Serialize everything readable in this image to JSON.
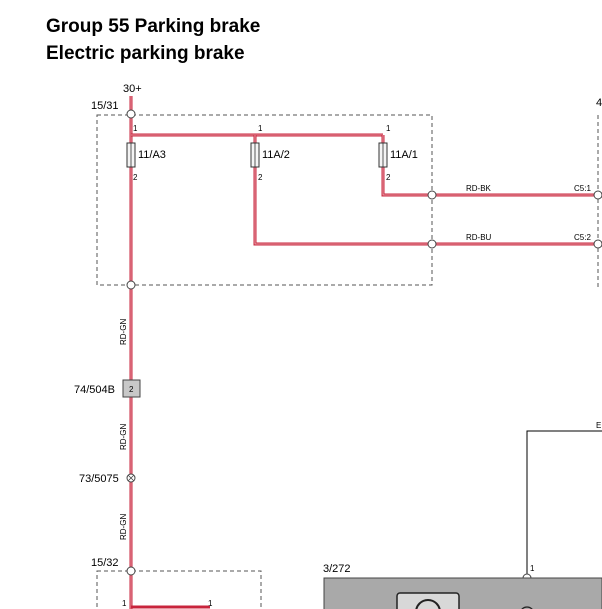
{
  "header": {
    "title": "Group 55 Parking brake",
    "subtitle": "Electric parking brake"
  },
  "supply": {
    "label": "30+"
  },
  "boxes": {
    "top_box": "15/31",
    "bottom_box": "15/32",
    "component": "3/272"
  },
  "fuses": [
    {
      "name": "11/A3",
      "pin_top": "1",
      "pin_bottom": "2"
    },
    {
      "name": "11A/2",
      "pin_top": "1",
      "pin_bottom": "2"
    },
    {
      "name": "11A/1",
      "pin_top": "1",
      "pin_bottom": "2"
    }
  ],
  "wires": {
    "rd_bk": "RD-BK",
    "rd_bu": "RD-BU",
    "rd_gn": "RD-GN"
  },
  "connectors": {
    "c5_1": "C5:1",
    "c5_2": "C5:2",
    "c74": "74/504B",
    "c74_pin": "2",
    "c73": "73/5075"
  },
  "pins": {
    "bottom_left_1": "1",
    "bottom_mid_1": "1",
    "component_pin": "1"
  },
  "edge_marks": {
    "top_right": "4",
    "mid_right": "E"
  }
}
